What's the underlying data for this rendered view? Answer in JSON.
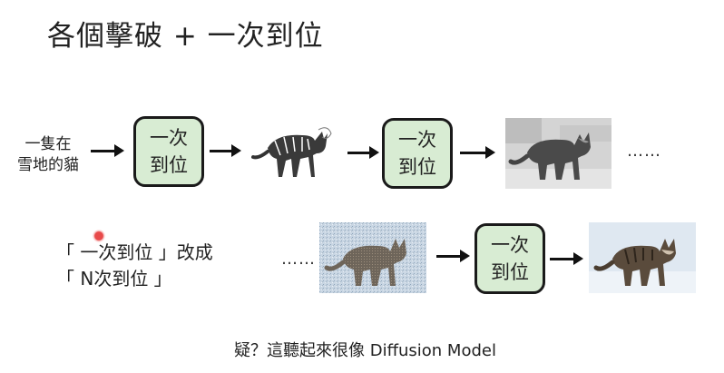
{
  "title": "各個擊破 + 一次到位",
  "input_text": [
    "一隻在",
    "雪地的貓"
  ],
  "model_box": [
    "一次",
    "到位"
  ],
  "ellipsis": "……",
  "notes": [
    "「 一次到位 」改成",
    "「 N次到位 」"
  ],
  "footer": "疑？這聽起來很像 Diffusion Model",
  "colors": {
    "box_fill": "#d8ecd3",
    "box_border": "#1a1a1a",
    "pointer": "#e84a4a"
  }
}
